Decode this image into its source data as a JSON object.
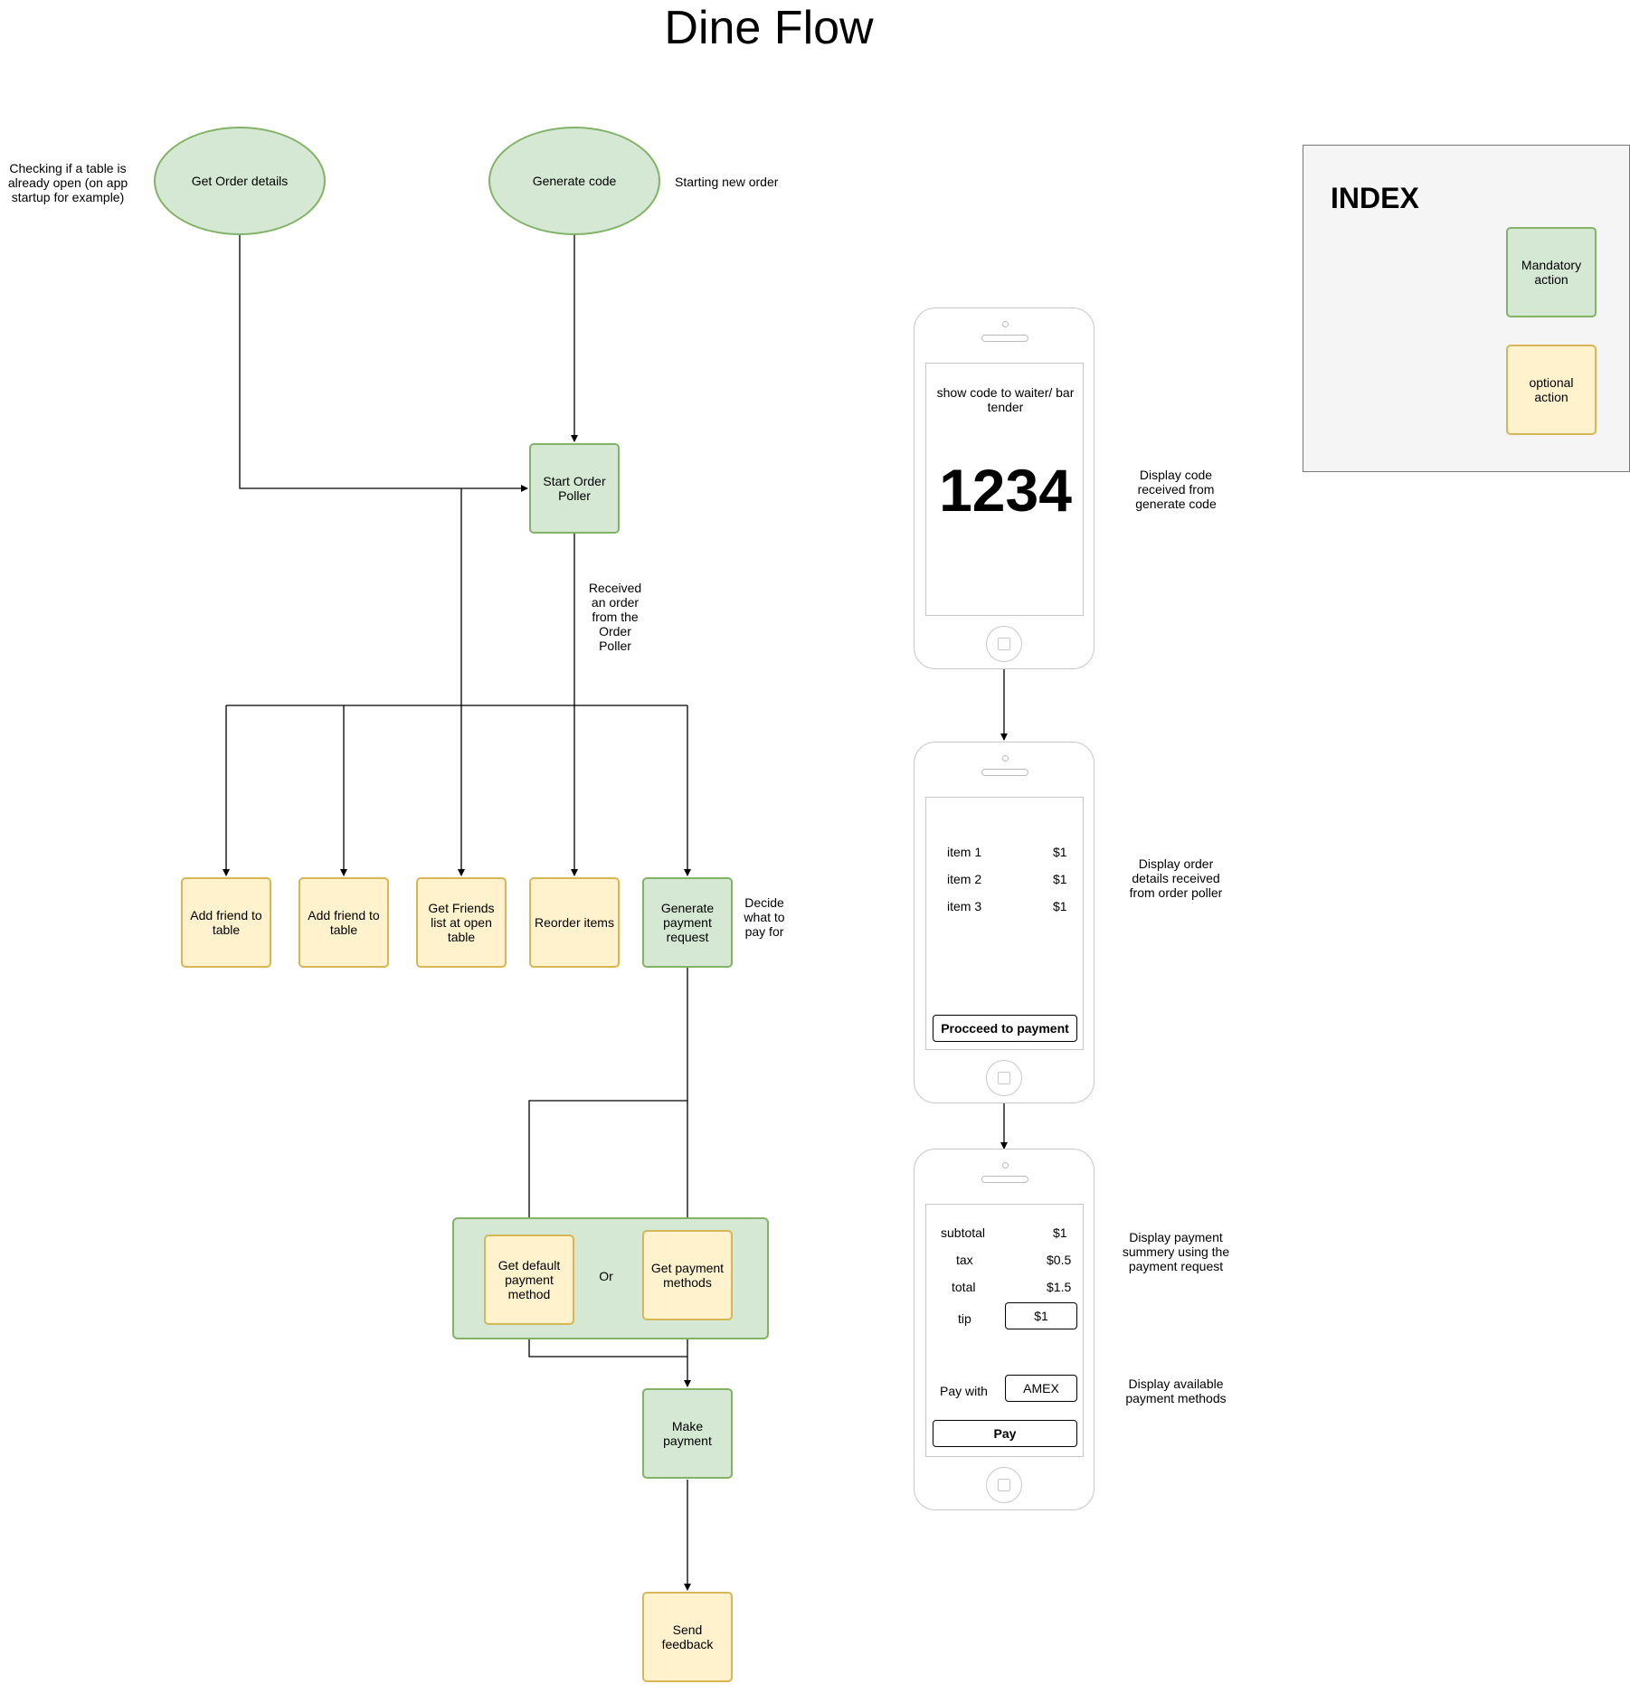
{
  "title": "Dine Flow",
  "nodes": {
    "get_order_details": "Get Order details",
    "generate_code": "Generate code",
    "start_order_poller": "Start  Order Poller",
    "add_friend_1": "Add friend to table",
    "add_friend_2": "Add friend to table",
    "get_friends_list": "Get Friends list at open table",
    "reorder_items": "Reorder items",
    "generate_payment_request": "Generate payment request",
    "get_default_payment_method": "Get default payment method",
    "or": "Or",
    "get_payment_methods": "Get payment methods",
    "make_payment": "Make payment",
    "send_feedback": "Send feedback"
  },
  "notes": {
    "checking_table": "Checking if a table is already open (on app startup for example)",
    "starting_new_order": "Starting new order",
    "received_order": "Received an order from the Order Poller",
    "decide_what_to_pay": "Decide what to pay for",
    "display_code": "Display code received from generate code",
    "display_order_details": "Display order details received from order poller",
    "display_payment_summary": "Display payment summery using the payment request",
    "display_payment_methods": "Display available payment methods"
  },
  "index": {
    "title": "INDEX",
    "mandatory": "Mandatory action",
    "optional": "optional action"
  },
  "phone1": {
    "instruction": "show code to waiter/ bar tender",
    "code": "1234"
  },
  "phone2": {
    "items": [
      {
        "name": "item 1",
        "price": "$1"
      },
      {
        "name": "item 2",
        "price": "$1"
      },
      {
        "name": "item 3",
        "price": "$1"
      }
    ],
    "button": "Procceed to payment"
  },
  "phone3": {
    "subtotal_label": "subtotal",
    "subtotal": "$1",
    "tax_label": "tax",
    "tax": "$0.5",
    "total_label": "total",
    "total": "$1.5",
    "tip_label": "tip",
    "tip": "$1",
    "pay_with_label": "Pay with",
    "pay_with": "AMEX",
    "pay_button": "Pay"
  },
  "colors": {
    "mandatory_fill": "#d5e8d4",
    "mandatory_stroke": "#82b366",
    "optional_fill": "#fff2cc",
    "optional_stroke": "#d6b656"
  }
}
